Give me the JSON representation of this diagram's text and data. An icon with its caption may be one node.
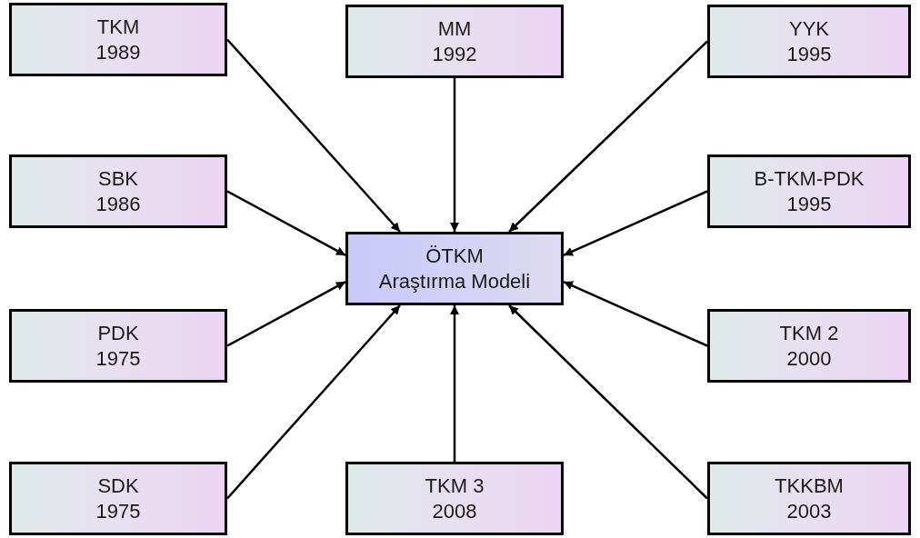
{
  "diagram": {
    "nodes": [
      {
        "text": [
          "TKM",
          "1989"
        ]
      },
      {
        "text": [
          "MM",
          "1992"
        ]
      },
      {
        "text": [
          "YYK",
          "1995"
        ]
      },
      {
        "text": [
          "SBK",
          "1986"
        ]
      },
      {
        "text": [
          "ÖTKM",
          "Araştırma Modeli"
        ]
      },
      {
        "text": [
          "B-TKM-PDK",
          "1995"
        ]
      },
      {
        "text": [
          "PDK",
          "1975"
        ]
      },
      {
        "text": [
          "TKM 2",
          "2000"
        ]
      },
      {
        "text": [
          "SDK",
          "1975"
        ]
      },
      {
        "text": [
          "TKM 3",
          "2008"
        ]
      },
      {
        "text": [
          "TKKBM",
          "2003"
        ]
      }
    ],
    "edges": [
      {
        "from": 0,
        "to": 4,
        "arrow": "to"
      },
      {
        "from": 1,
        "to": 4,
        "arrow": "to"
      },
      {
        "from": 2,
        "to": 4,
        "arrow": "to"
      },
      {
        "from": 3,
        "to": 4,
        "arrow": "to"
      },
      {
        "from": 5,
        "to": 4,
        "arrow": "to"
      },
      {
        "from": 6,
        "to": 4,
        "arrow": "to"
      },
      {
        "from": 7,
        "to": 4,
        "arrow": "to"
      },
      {
        "from": 8,
        "to": 4,
        "arrow": "to"
      },
      {
        "from": 9,
        "to": 4,
        "arrow": "to"
      },
      {
        "from": 10,
        "to": 4,
        "arrow": "to"
      }
    ]
  }
}
